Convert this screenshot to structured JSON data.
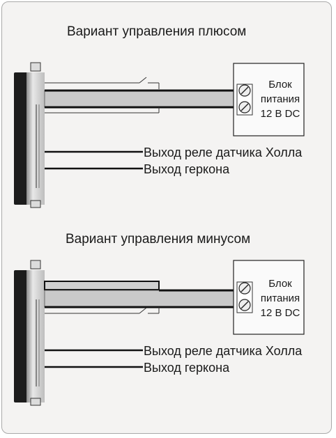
{
  "diagrams": [
    {
      "title": "Вариант управления плюсом",
      "psu": {
        "line1": "Блок",
        "line2": "питания",
        "line3": "12 В DC"
      },
      "outputs": {
        "hall_relay": "Выход реле датчика Холла",
        "reed": "Выход геркона"
      }
    },
    {
      "title": "Вариант управления минусом",
      "psu": {
        "line1": "Блок",
        "line2": "питания",
        "line3": "12 В DC"
      },
      "outputs": {
        "hall_relay": "Выход реле датчика Холла",
        "reed": "Выход геркона"
      }
    }
  ],
  "colors": {
    "background": "#f4f3f2",
    "border": "#a9a9a9",
    "wire": "#1a1a1a",
    "bus_fill": "#c9c9c9",
    "sensor_body": "#1c1c1c"
  }
}
